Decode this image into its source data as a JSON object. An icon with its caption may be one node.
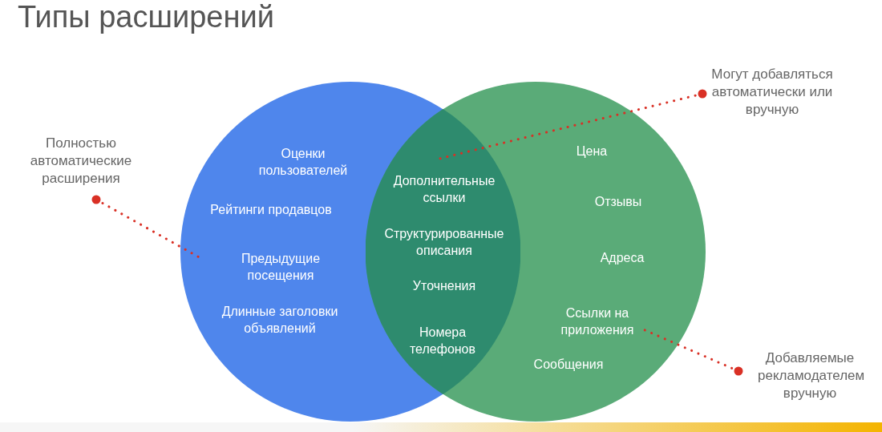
{
  "diagram": {
    "title": "Типы расширений",
    "nodes": [
      {
        "text": [
          "Оценки пользователей",
          "Рейтинги продавцов",
          "Предыдущие посещения",
          "Длинные заголовки объявлений"
        ]
      },
      {
        "text": [
          "Цена",
          "Отзывы",
          "Адреса",
          "Ссылки на приложения",
          "Сообщения"
        ]
      },
      {
        "text": [
          "Дополнительные ссылки",
          "Структурированные описания",
          "Уточнения",
          "Номера телефонов"
        ]
      },
      {
        "text": [
          "Полностью автоматические расширения"
        ]
      },
      {
        "text": [
          "Могут добавляться автоматически или вручную"
        ]
      },
      {
        "text": [
          "Добавляемые рекламодателем вручную"
        ]
      }
    ],
    "edges": [
      {
        "from": 3,
        "to": 0,
        "arrow": "other",
        "style": "dashed"
      },
      {
        "from": 4,
        "to": 2,
        "arrow": "other",
        "style": "dashed"
      },
      {
        "from": 5,
        "to": 1,
        "arrow": "other",
        "style": "dashed"
      }
    ]
  }
}
